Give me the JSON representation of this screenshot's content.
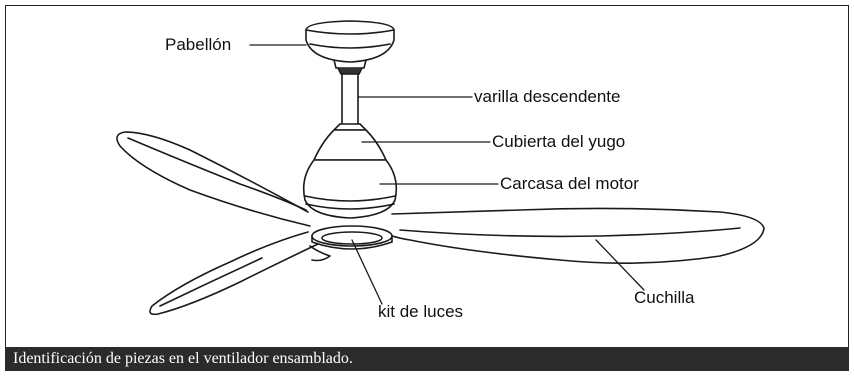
{
  "labels": {
    "canopy": "Pabellón",
    "downrod": "varilla descendente",
    "yoke_cover": "Cubierta del yugo",
    "motor_housing": "Carcasa del motor",
    "light_kit": "kit de luces",
    "blade": "Cuchilla"
  },
  "caption": "Identificación de piezas en el ventilador ensamblado.",
  "colors": {
    "line": "#1a1a1a",
    "caption_bg": "#2b2b2b",
    "caption_text": "#ffffff"
  }
}
